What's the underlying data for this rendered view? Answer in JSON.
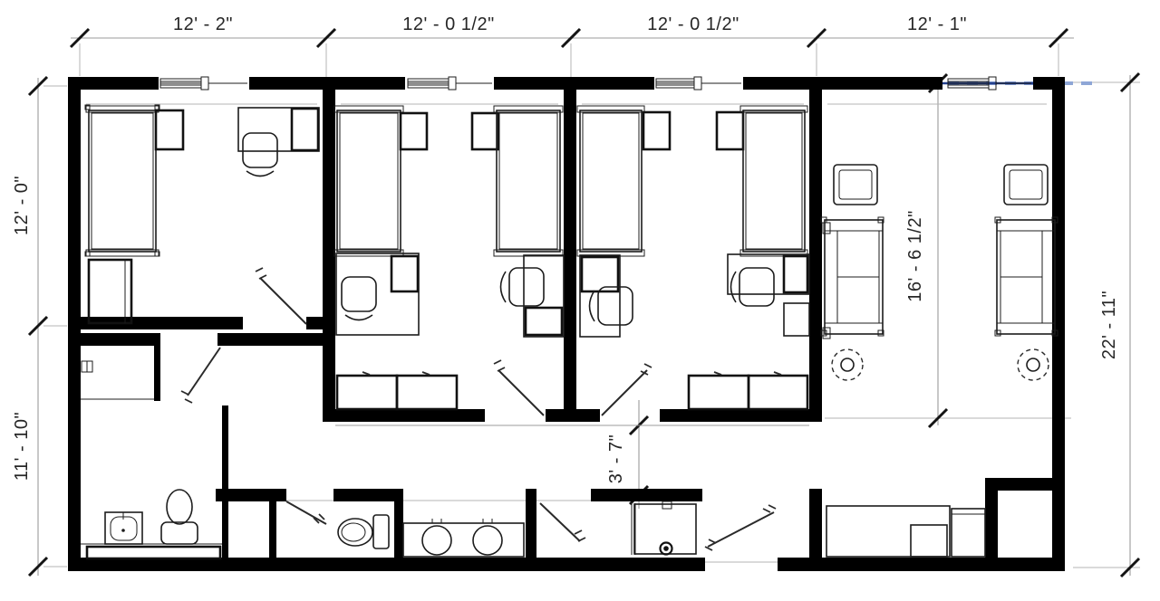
{
  "drawing": {
    "kind": "architectural-floor-plan",
    "units": "feet-inches"
  },
  "dimensions": {
    "top": [
      "12' - 2\"",
      "12' - 0 1/2\"",
      "12' - 0 1/2\"",
      "12' - 1\""
    ],
    "left": [
      "12' - 0\"",
      "11' - 10\""
    ],
    "right": [
      "22' - 11\""
    ],
    "interior": [
      "16' - 6 1/2\"",
      "3' - 7\""
    ]
  },
  "colors": {
    "walls": "#000000",
    "dimension_lines": "#9b9b9b",
    "dimension_text": "#262626",
    "match_line": "#24418e",
    "match_line_dashes": "#8ea6d6",
    "thin_lines": "#999999",
    "background": "#ffffff"
  }
}
